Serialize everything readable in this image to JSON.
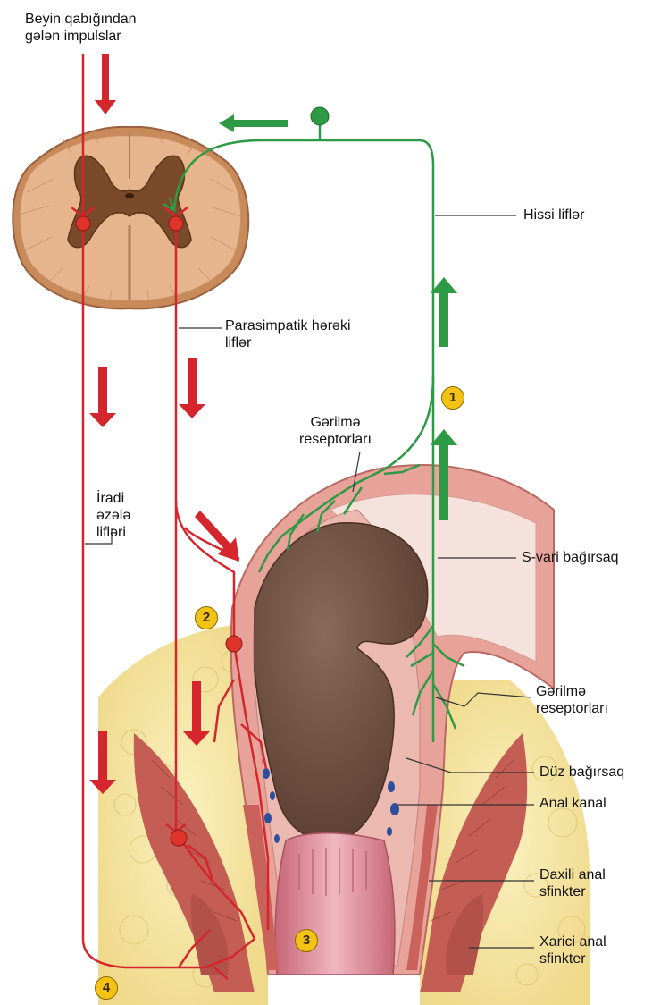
{
  "labels": {
    "cortex_impulses": [
      "Beyin qabığından",
      "gələn impulslar"
    ],
    "sensory_fibers": "Hissi liflər",
    "parasympathetic_fibers": [
      "Parasimpatik hərəki",
      "liflər"
    ],
    "stretch_receptors_upper": [
      "Gərilmə",
      "reseptorları"
    ],
    "voluntary_muscle_fibers": [
      "İradi",
      "əzələ",
      "lifləri"
    ],
    "sigmoid_colon": "S-vari bağırsaq",
    "stretch_receptors_lower": [
      "Gərilmə",
      "reseptorları"
    ],
    "rectum": "Düz bağırsaq",
    "anal_canal": "Anal kanal",
    "internal_sphincter": [
      "Daxili anal",
      "sfinkter"
    ],
    "external_sphincter": [
      "Xarici anal",
      "sfinkter"
    ]
  },
  "badges": [
    "1",
    "2",
    "3",
    "4"
  ],
  "colors": {
    "motor_pathway": "#d4262c",
    "sensory_pathway": "#2e9a46",
    "badge": "#f2c314",
    "spinal_tissue": "#d9a27a",
    "fat_tissue": "#f5e6a3",
    "feces": "#6e5040",
    "rectal_wall": "#d98a85"
  }
}
